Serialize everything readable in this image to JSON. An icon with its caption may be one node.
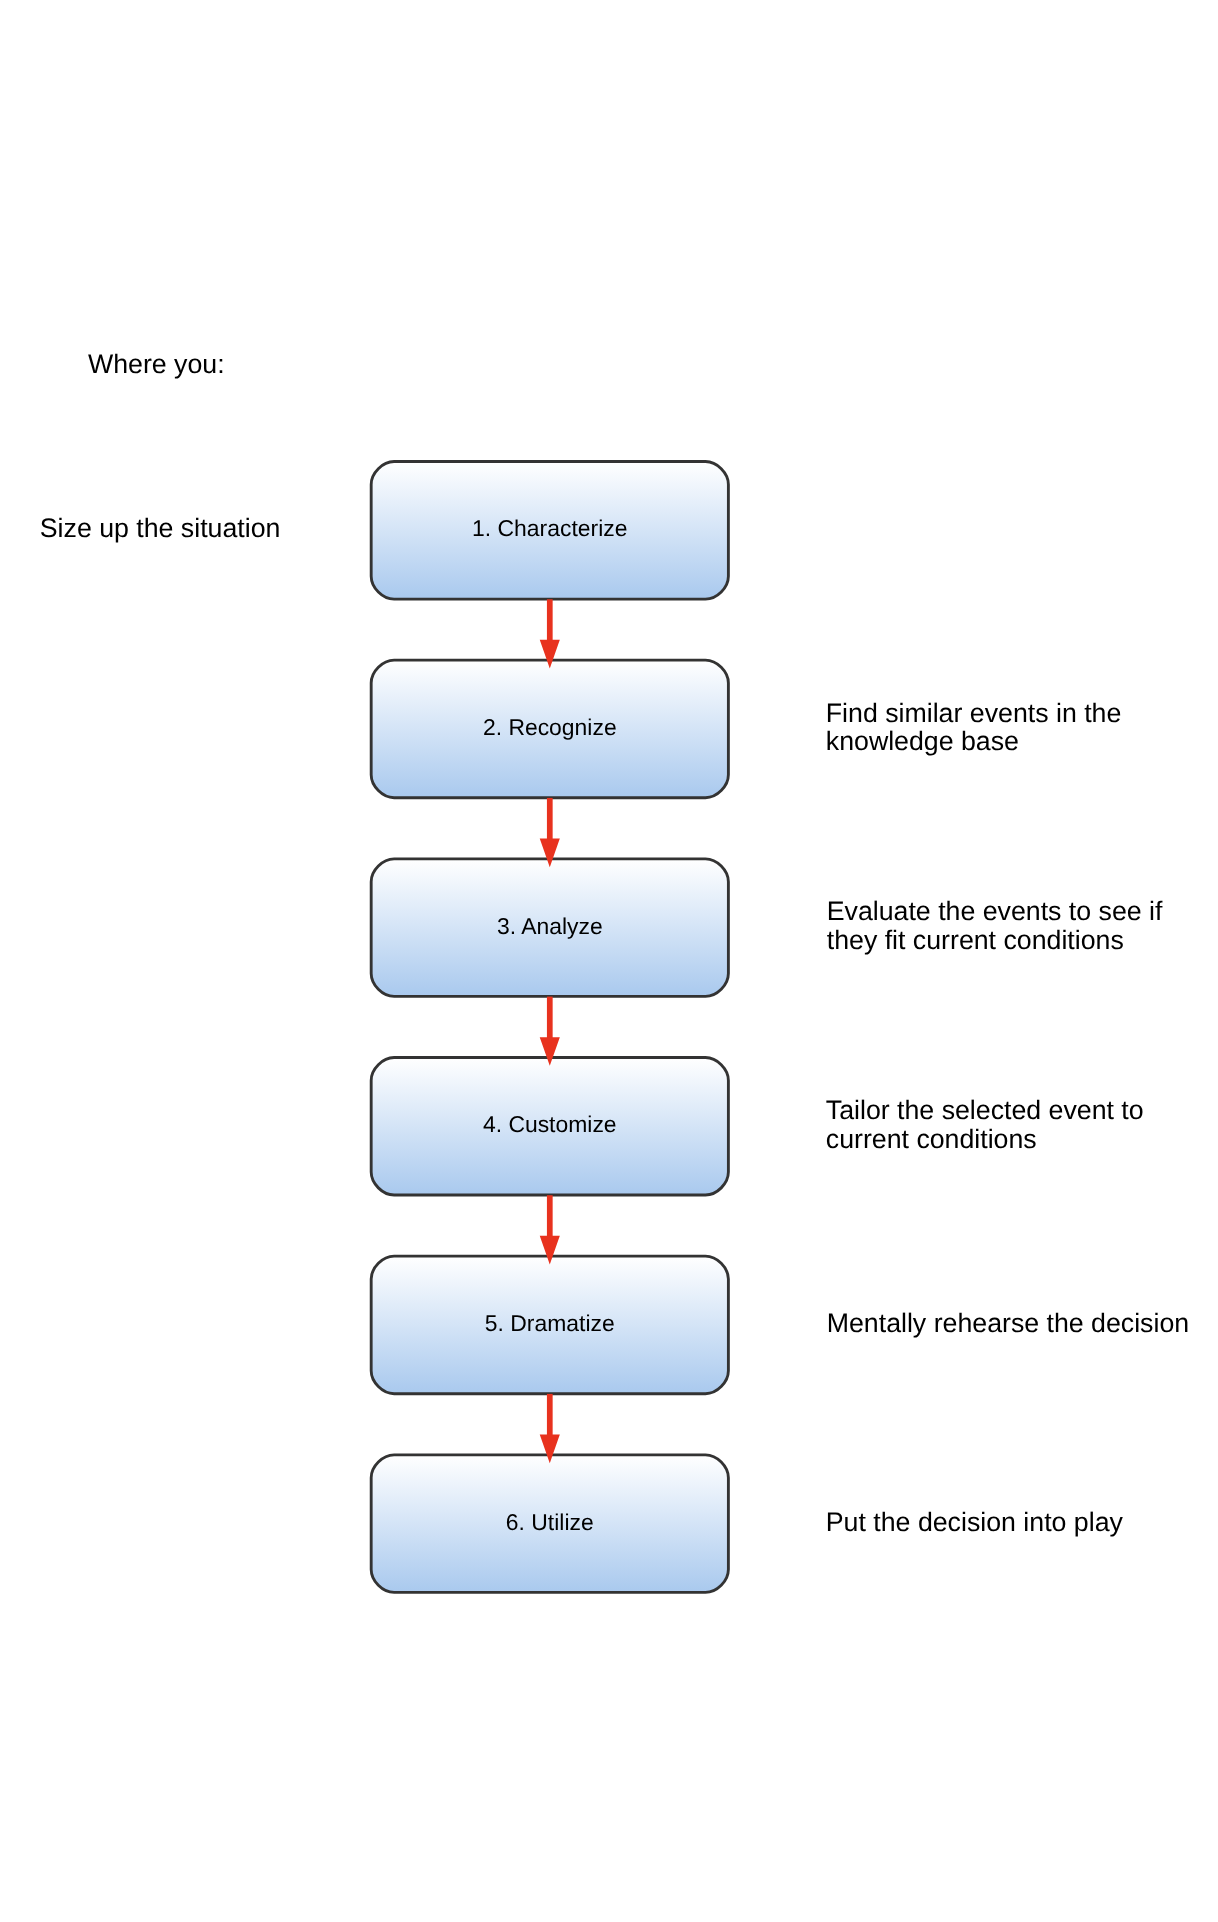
{
  "diagram": {
    "nodes": [
      {
        "text": [
          "1. Characterize"
        ],
        "beside": [
          "Size up the situation"
        ]
      },
      {
        "text": [
          "2. Recognize"
        ],
        "beside": [
          "Find similar events in the knowledge base"
        ]
      },
      {
        "text": [
          "3. Analyze"
        ],
        "beside": [
          "Evaluate the events to see if they fit current conditions"
        ]
      },
      {
        "text": [
          "4. Customize"
        ],
        "beside": [
          "Tailor the selected event to current conditions"
        ]
      },
      {
        "text": [
          "5. Dramatize"
        ],
        "beside": [
          "Mentally rehearse the decision"
        ]
      },
      {
        "text": [
          "6. Utilize"
        ],
        "beside": [
          "Put the decision into play"
        ]
      }
    ],
    "edges": [
      {
        "from": 0,
        "to": 1,
        "arrow": "to"
      },
      {
        "from": 1,
        "to": 2,
        "arrow": "to"
      },
      {
        "from": 2,
        "to": 3,
        "arrow": "to"
      },
      {
        "from": 3,
        "to": 4,
        "arrow": "to"
      },
      {
        "from": 4,
        "to": 5,
        "arrow": "to"
      }
    ],
    "labels": [
      "Where you:"
    ]
  }
}
